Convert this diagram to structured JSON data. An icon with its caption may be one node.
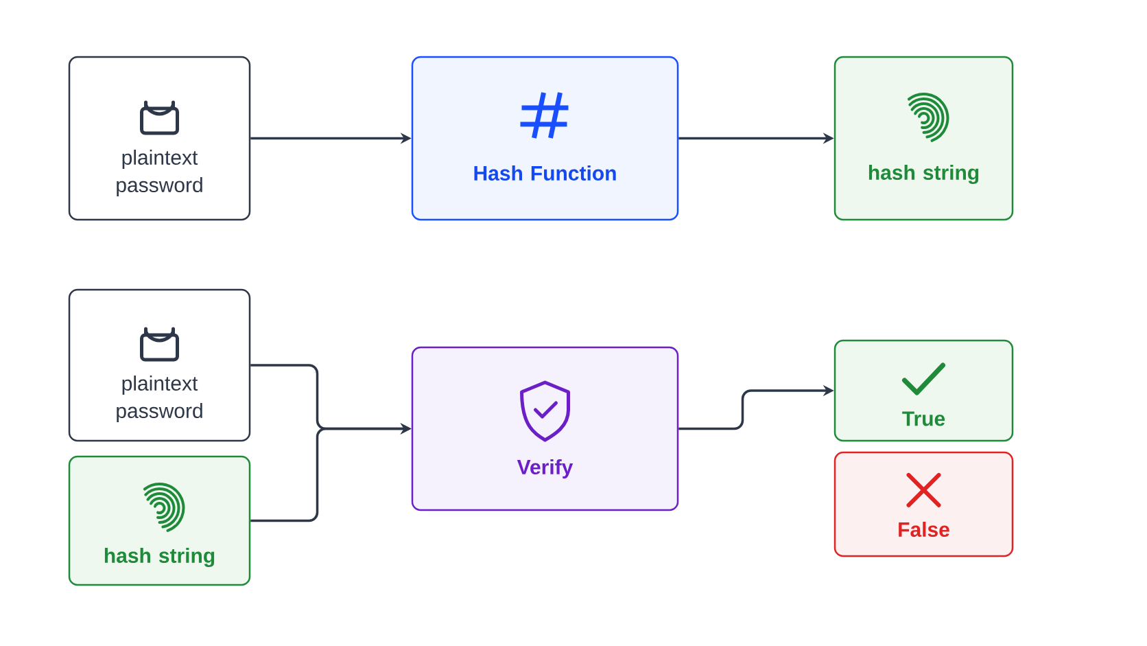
{
  "diagram": {
    "nodes": [
      {
        "text": [
          "plaintext password"
        ]
      },
      {
        "text": [
          "Hash Function"
        ]
      },
      {
        "text": [
          "hash string"
        ]
      },
      {
        "text": [
          "plaintext password"
        ]
      },
      {
        "text": [
          "hash string"
        ]
      },
      {
        "text": [
          "Verify"
        ]
      },
      {
        "text": [
          "True"
        ]
      },
      {
        "text": [
          "False"
        ]
      }
    ],
    "edges": [
      {
        "from": 0,
        "to": 1,
        "arrow": "to"
      },
      {
        "from": 1,
        "to": 2,
        "arrow": "to"
      },
      {
        "from": 3,
        "to": 5,
        "arrow": "to"
      },
      {
        "from": 4,
        "to": 5,
        "arrow": "to"
      },
      {
        "from": 5,
        "to": 6,
        "arrow": "to"
      }
    ]
  }
}
